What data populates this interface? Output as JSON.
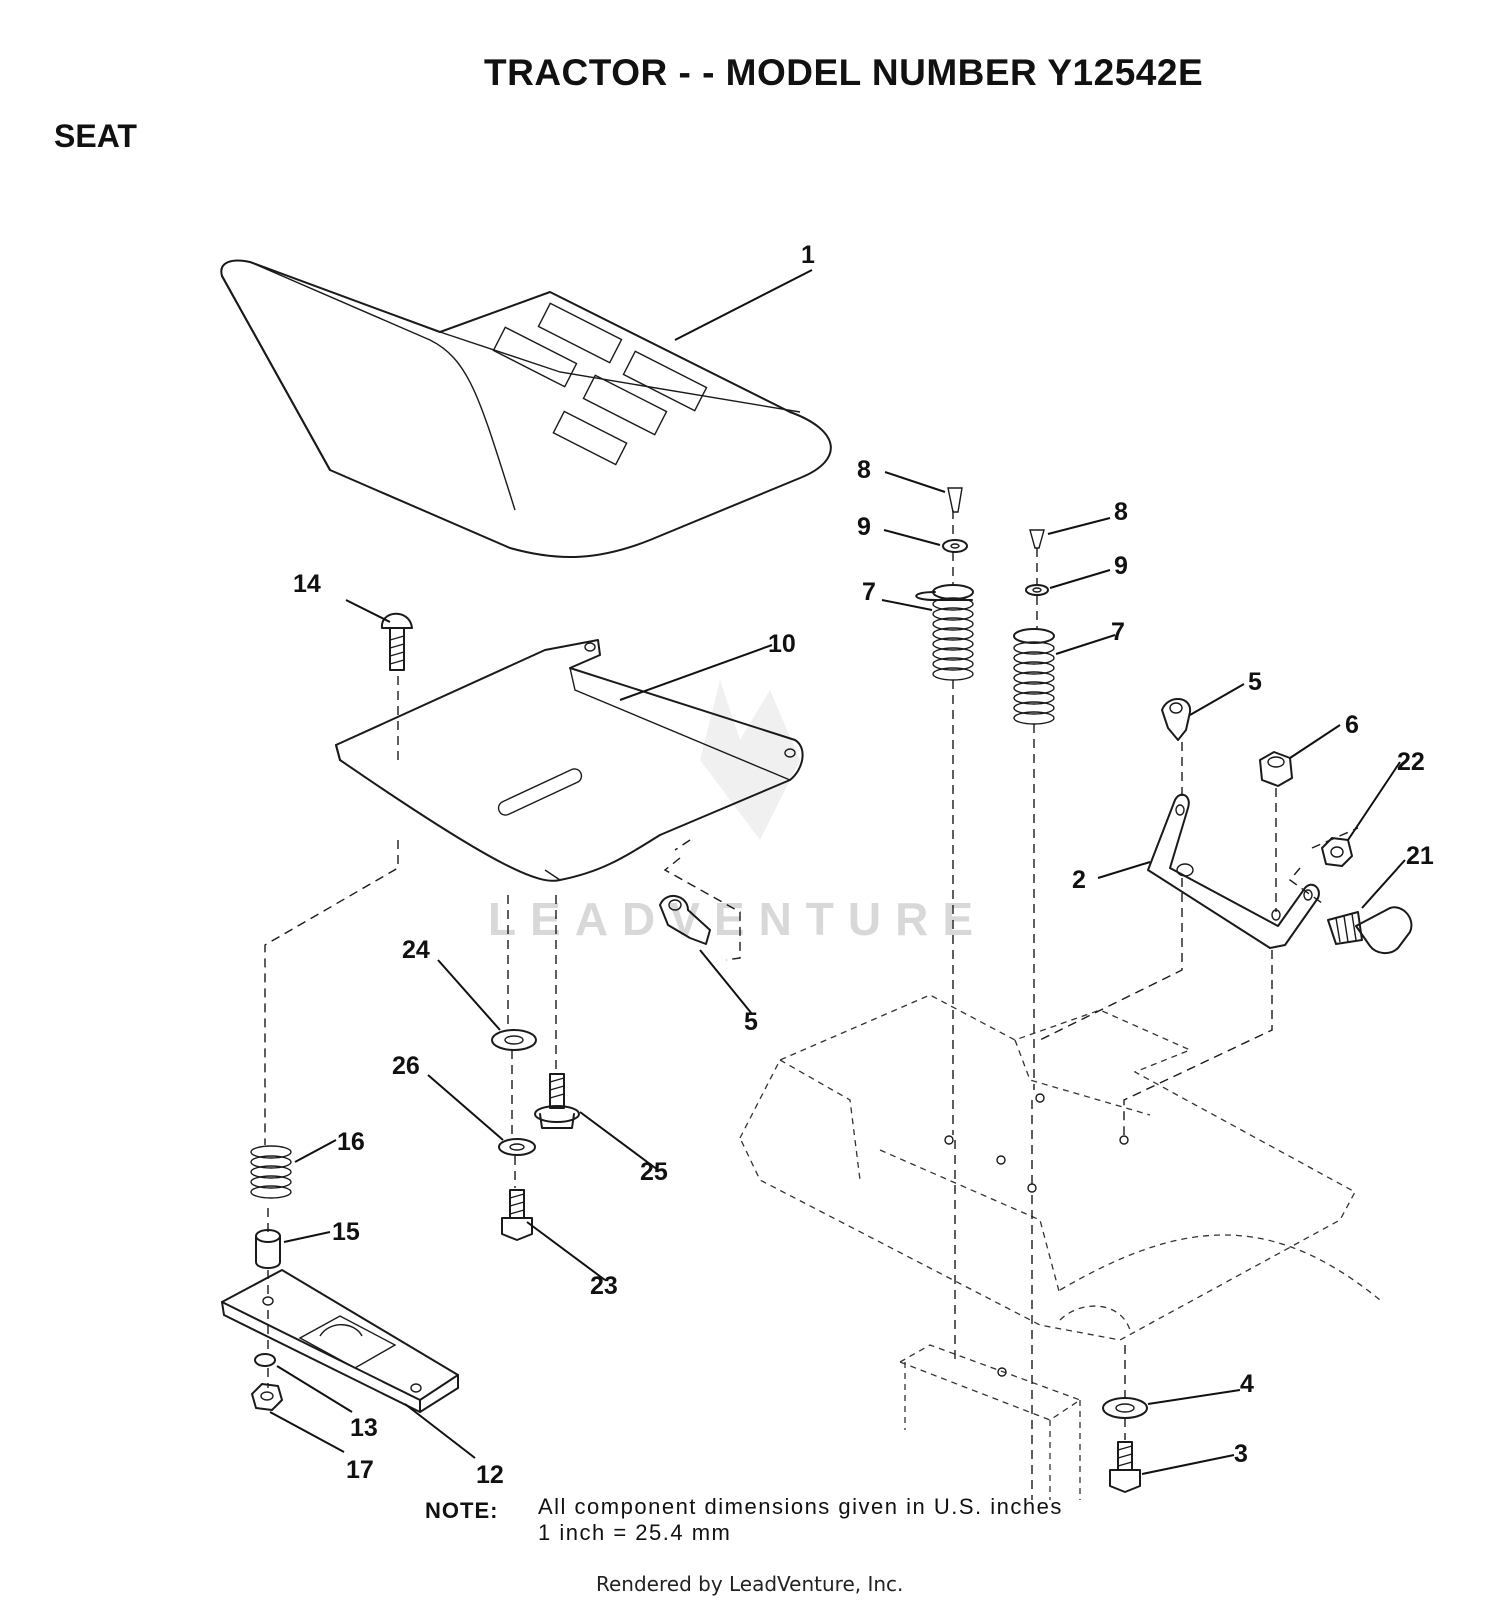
{
  "header": {
    "title": "TRACTOR - - MODEL NUMBER Y12542E",
    "section": "SEAT"
  },
  "callouts": [
    "1",
    "8",
    "9",
    "8",
    "9",
    "7",
    "7",
    "14",
    "10",
    "5",
    "6",
    "22",
    "2",
    "21",
    "24",
    "5",
    "26",
    "25",
    "16",
    "15",
    "23",
    "4",
    "3",
    "13",
    "17",
    "12"
  ],
  "watermark": "LEADVENTURE",
  "note": {
    "label": "NOTE:",
    "line1": "All component dimensions given in U.S. inches",
    "line2": "1 inch = 25.4 mm"
  },
  "footer": "Rendered by LeadVenture, Inc."
}
